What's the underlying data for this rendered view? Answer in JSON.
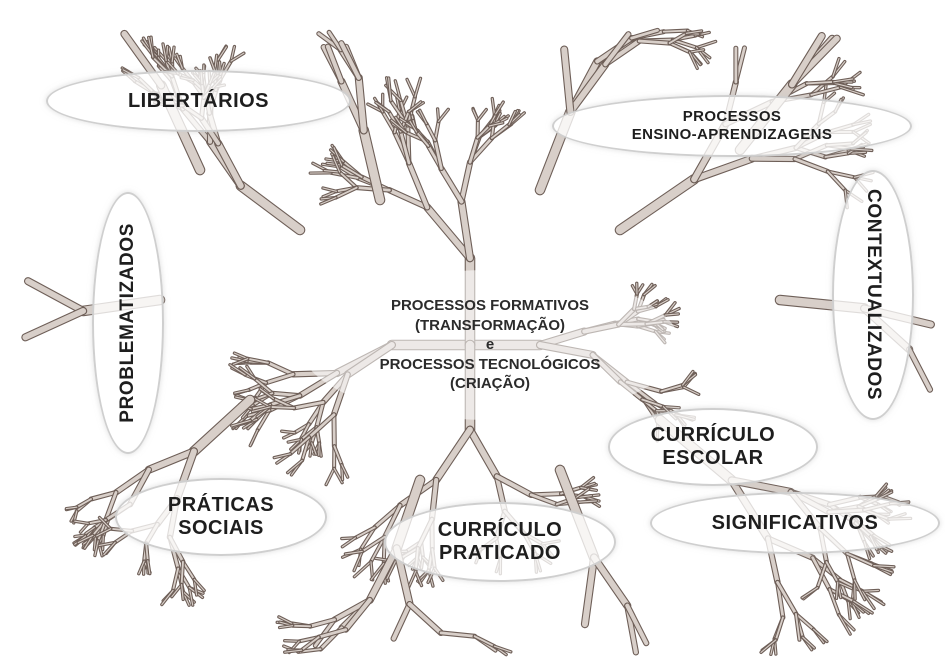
{
  "center": {
    "line1": "PROCESSOS FORMATIVOS",
    "line2": "(TRANSFORMAÇÃO)",
    "line3": "e",
    "line4": "PROCESSOS TECNOLÓGICOS",
    "line5": "(CRIAÇÃO)"
  },
  "nodes": {
    "libertarios": "LIBERTÁRIOS",
    "processos_line1": "PROCESSOS",
    "processos_line2": "ENSINO-APRENDIZAGENS",
    "contextualizados": "CONTEXTUALIZADOS",
    "problematizados": "PROBLEMATIZADOS",
    "curriculo_escolar_line1": "CURRÍCULO",
    "curriculo_escolar_line2": "ESCOLAR",
    "praticas_line1": "PRÁTICAS",
    "praticas_line2": "SOCIAIS",
    "curriculo_praticado_line1": "CURRÍCULO",
    "curriculo_praticado_line2": "PRATICADO",
    "significativos": "SIGNIFICATIVOS"
  },
  "colors": {
    "branch_fill": "#d8cfc9",
    "branch_stroke": "#6e5f58",
    "bubble_border": "#cfcfcf",
    "text": "#1e1e1e"
  }
}
